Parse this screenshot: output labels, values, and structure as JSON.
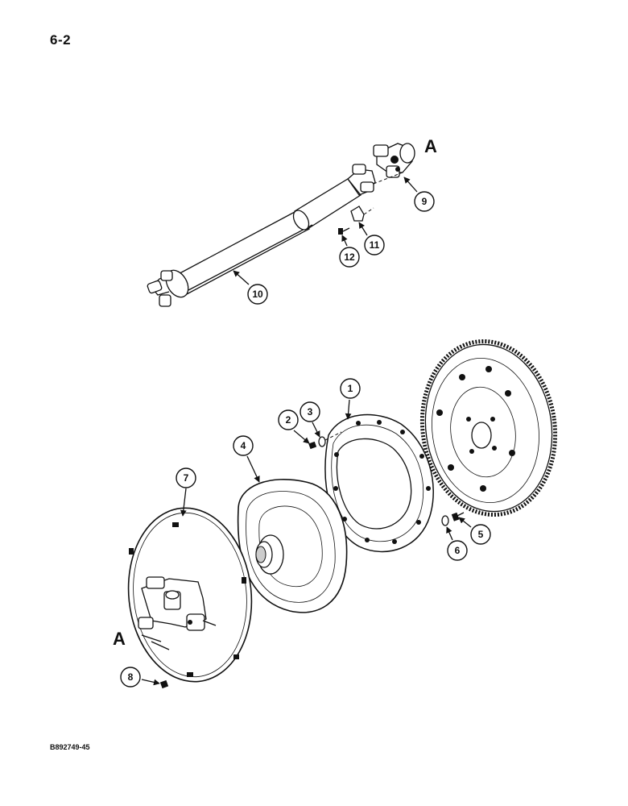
{
  "page": {
    "number": "6-2",
    "drawing_code": "B892749-45"
  },
  "reference_letters": {
    "upper": "A",
    "lower": "A"
  },
  "callouts": {
    "c1": "1",
    "c2": "2",
    "c3": "3",
    "c4": "4",
    "c5": "5",
    "c6": "6",
    "c7": "7",
    "c8": "8",
    "c9": "9",
    "c10": "10",
    "c11": "11",
    "c12": "12"
  }
}
